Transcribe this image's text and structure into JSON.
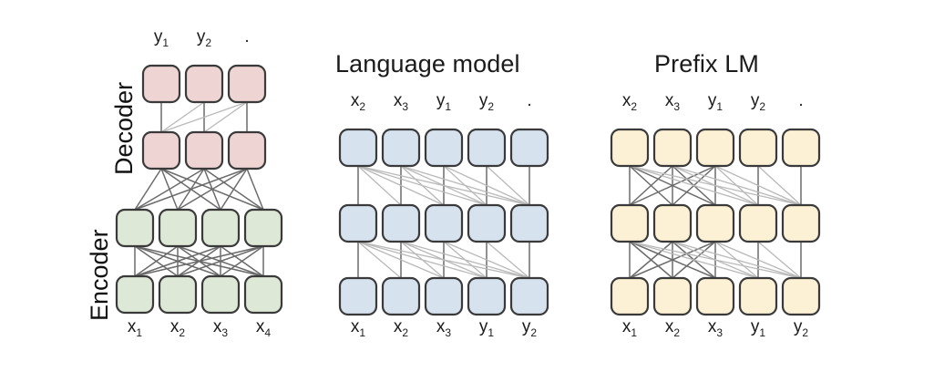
{
  "figure": {
    "title": "Transformer architecture variants schematic",
    "background": "#ffffff"
  },
  "palette": {
    "decoder_block": "#eed5d4",
    "encoder_block": "#dee8d6",
    "lm_block": "#d7e2ef",
    "prefix_block": "#fdf1d5",
    "block_stroke": "#3a3a3a",
    "edge_dark": "#6b6b6b",
    "edge_light": "#b9b9b9",
    "text": "#1b1b1b"
  },
  "panels": [
    {
      "id": "encoder-decoder",
      "title": "",
      "side_labels": [
        "Decoder",
        "Encoder"
      ],
      "top_tokens": [
        {
          "base": "y",
          "sub": "1"
        },
        {
          "base": "y",
          "sub": "2"
        },
        {
          "base": ".",
          "sub": ""
        }
      ],
      "bottom_tokens": [
        {
          "base": "x",
          "sub": "1"
        },
        {
          "base": "x",
          "sub": "2"
        },
        {
          "base": "x",
          "sub": "3"
        },
        {
          "base": "x",
          "sub": "4"
        }
      ],
      "decoder_rows": 2,
      "decoder_cols": 3,
      "encoder_rows": 2,
      "encoder_cols": 4,
      "decoder_attention": "causal",
      "encoder_attention": "fully-visible",
      "cross_attention": "fully-visible"
    },
    {
      "id": "language-model",
      "title": "Language model",
      "side_labels": [],
      "top_tokens": [
        {
          "base": "x",
          "sub": "2"
        },
        {
          "base": "x",
          "sub": "3"
        },
        {
          "base": "y",
          "sub": "1"
        },
        {
          "base": "y",
          "sub": "2"
        },
        {
          "base": ".",
          "sub": ""
        }
      ],
      "bottom_tokens": [
        {
          "base": "x",
          "sub": "1"
        },
        {
          "base": "x",
          "sub": "2"
        },
        {
          "base": "x",
          "sub": "3"
        },
        {
          "base": "y",
          "sub": "1"
        },
        {
          "base": "y",
          "sub": "2"
        }
      ],
      "rows": 3,
      "cols": 5,
      "attention": "causal",
      "prefix_length": 0
    },
    {
      "id": "prefix-lm",
      "title": "Prefix LM",
      "side_labels": [],
      "top_tokens": [
        {
          "base": "x",
          "sub": "2"
        },
        {
          "base": "x",
          "sub": "3"
        },
        {
          "base": "y",
          "sub": "1"
        },
        {
          "base": "y",
          "sub": "2"
        },
        {
          "base": ".",
          "sub": ""
        }
      ],
      "bottom_tokens": [
        {
          "base": "x",
          "sub": "1"
        },
        {
          "base": "x",
          "sub": "2"
        },
        {
          "base": "x",
          "sub": "3"
        },
        {
          "base": "y",
          "sub": "1"
        },
        {
          "base": "y",
          "sub": "2"
        }
      ],
      "rows": 3,
      "cols": 5,
      "attention": "causal-with-prefix",
      "prefix_length": 3
    }
  ]
}
